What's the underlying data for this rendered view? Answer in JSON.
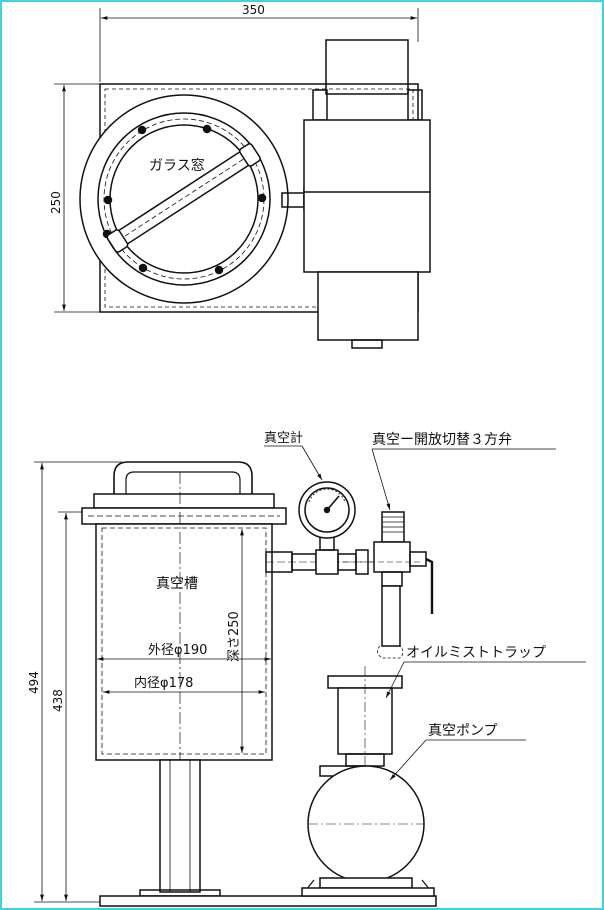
{
  "top_view": {
    "dim_width": "350",
    "dim_height": "250",
    "window_label": "ガラス窓"
  },
  "front_view": {
    "dim_total_height": "494",
    "dim_tank_height": "438",
    "tank_label": "真空槽",
    "outer_diameter": "外径φ190",
    "inner_diameter": "内径φ178",
    "depth": "深さ250",
    "gauge_label": "真空計",
    "valve_label": "真空ー開放切替３方弁",
    "trap_label": "オイルミストトラップ",
    "pump_label": "真空ポンプ"
  },
  "colors": {
    "border": "#3fd3e6",
    "line": "#111111"
  }
}
